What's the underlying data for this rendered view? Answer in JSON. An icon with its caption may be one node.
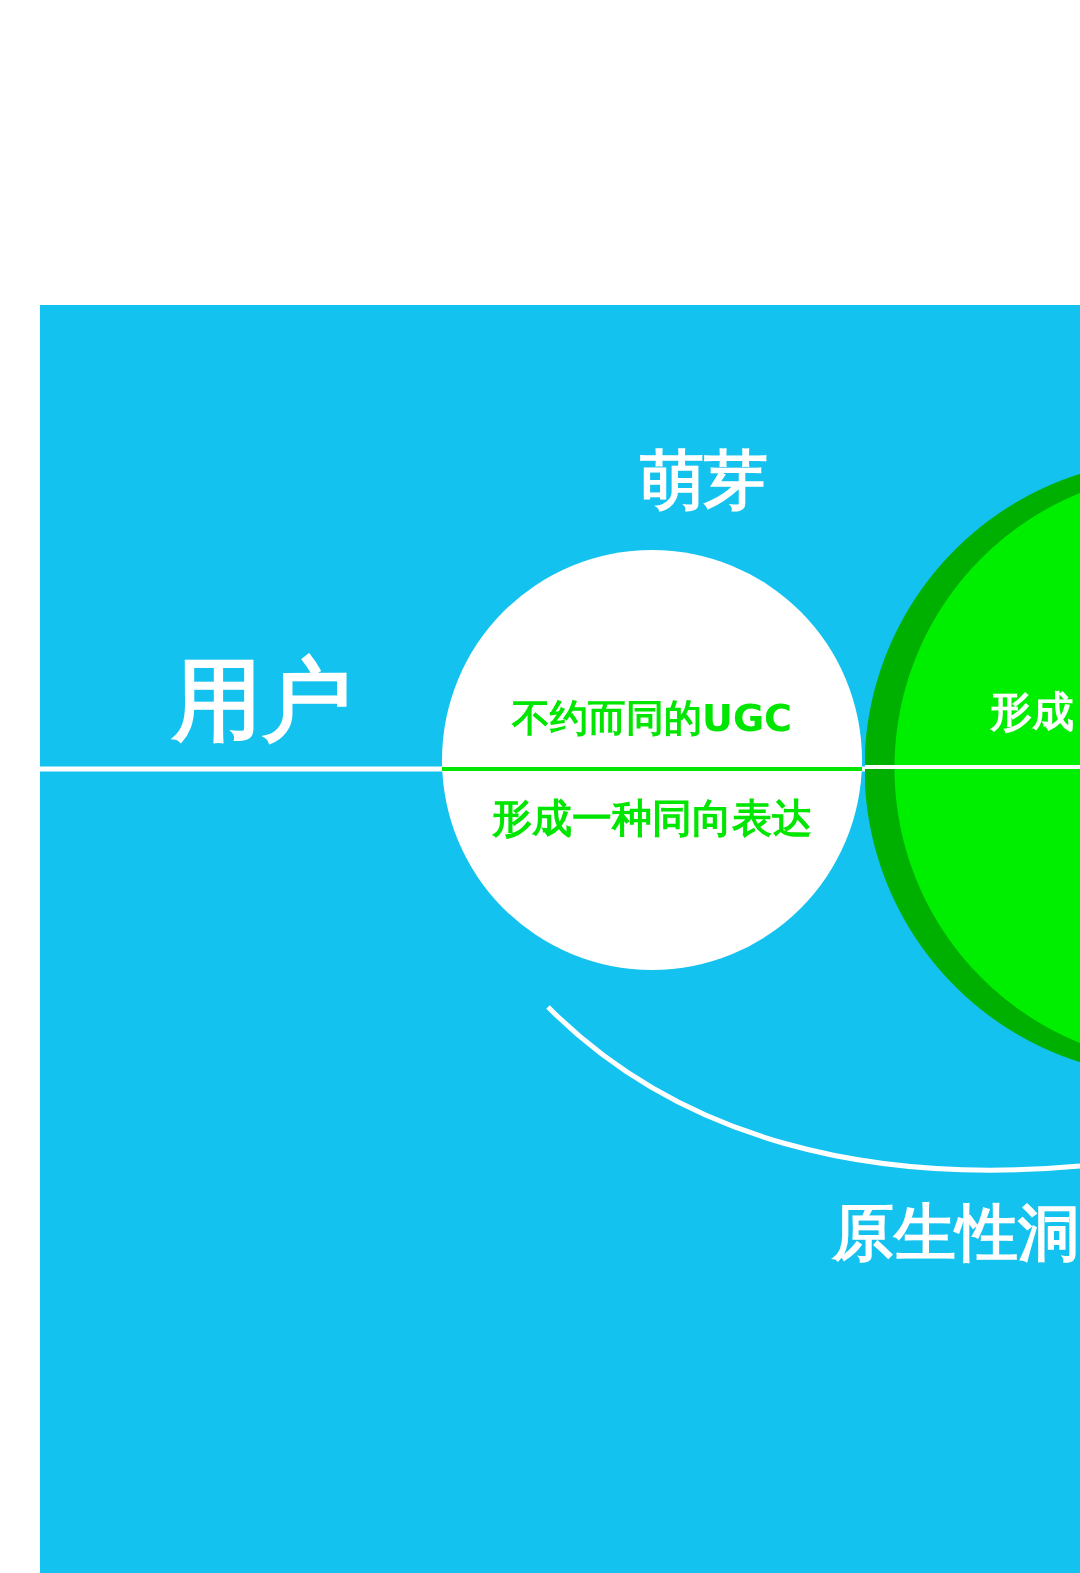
{
  "diagram": {
    "nodes": [
      {
        "text": [
          "不约而同的UGC",
          "形成一种同向表达"
        ]
      },
      {
        "text": [
          "形成"
        ]
      }
    ],
    "labels": [
      "萌芽",
      "用户",
      "原生性洞"
    ]
  }
}
